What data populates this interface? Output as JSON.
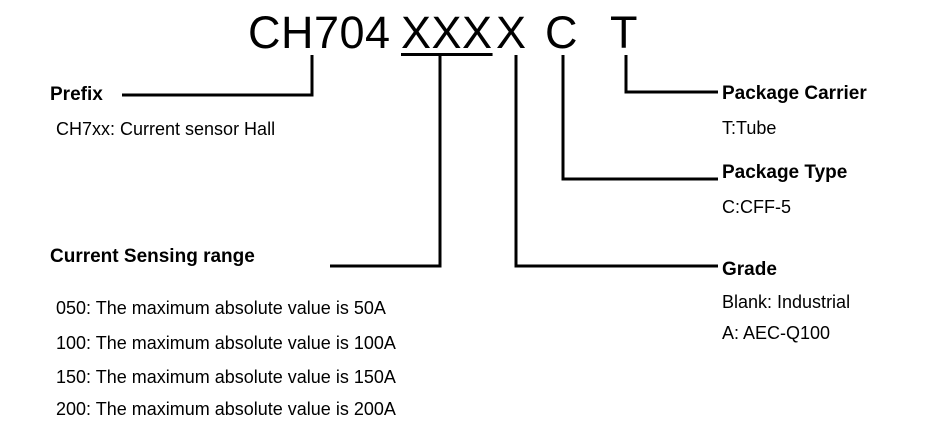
{
  "part_number": {
    "base": "CH704",
    "range_code": "XXX",
    "grade_code": "X",
    "package_code": "C",
    "carrier_code": "T"
  },
  "fields": {
    "prefix": {
      "title": "Prefix",
      "description": "CH7xx: Current sensor Hall"
    },
    "current_range": {
      "title": "Current Sensing range",
      "options": [
        "050: The maximum absolute value is 50A",
        "100: The maximum absolute value is 100A",
        "150: The maximum absolute value is 150A",
        "200: The maximum absolute value is 200A"
      ]
    },
    "package_carrier": {
      "title": "Package Carrier",
      "description": "T:Tube"
    },
    "package_type": {
      "title": "Package Type",
      "description": "C:CFF-5"
    },
    "grade": {
      "title": "Grade",
      "options": [
        "Blank: Industrial",
        "A: AEC-Q100"
      ]
    }
  },
  "colors": {
    "text": "#000000",
    "lines": "#000000",
    "background": "#ffffff"
  }
}
